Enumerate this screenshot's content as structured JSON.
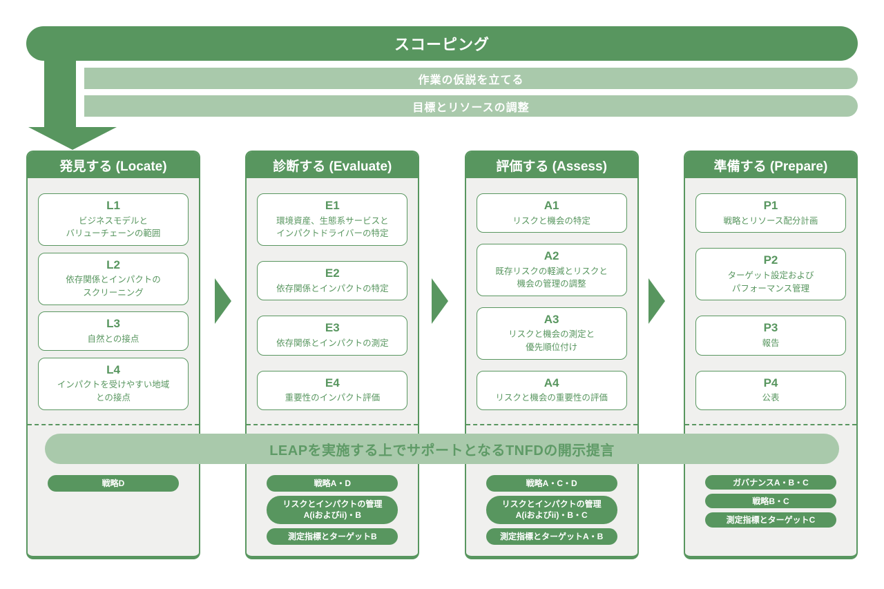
{
  "colors": {
    "dark_green": "#58965f",
    "light_green": "#a9c9ab",
    "panel_gray": "#f0f0ee",
    "bar_text_green": "#5e9a66"
  },
  "top": {
    "scoping": "スコーピング",
    "hypothesis": "作業の仮説を立てる",
    "goals": "目標とリソースの調整"
  },
  "leap_bar": {
    "label": "LEAPを実施する上でサポートとなるTNFDの開示提言"
  },
  "columns": [
    {
      "header": "発見する (Locate)",
      "cards": [
        {
          "code": "L1",
          "text": "ビジネスモデルと\nバリューチェーンの範囲"
        },
        {
          "code": "L2",
          "text": "依存関係とインパクトの\nスクリーニング"
        },
        {
          "code": "L3",
          "text": "自然との接点"
        },
        {
          "code": "L4",
          "text": "インパクトを受けやすい地域\nとの接点"
        }
      ],
      "pills": [
        "戦略D"
      ]
    },
    {
      "header": "診断する (Evaluate)",
      "cards": [
        {
          "code": "E1",
          "text": "環境資産、生態系サービスと\nインパクトドライバーの特定"
        },
        {
          "code": "E2",
          "text": "依存関係とインパクトの特定"
        },
        {
          "code": "E3",
          "text": "依存関係とインパクトの測定"
        },
        {
          "code": "E4",
          "text": "重要性のインパクト評価"
        }
      ],
      "pills": [
        "戦略A・D",
        "リスクとインパクトの管理\nA(iおよびii)・B",
        "測定指標とターゲットB"
      ]
    },
    {
      "header": "評価する (Assess)",
      "cards": [
        {
          "code": "A1",
          "text": "リスクと機会の特定"
        },
        {
          "code": "A2",
          "text": "既存リスクの軽減とリスクと\n機会の管理の調整"
        },
        {
          "code": "A3",
          "text": "リスクと機会の測定と\n優先順位付け"
        },
        {
          "code": "A4",
          "text": "リスクと機会の重要性の評価"
        }
      ],
      "pills": [
        "戦略A・C・D",
        "リスクとインパクトの管理\nA(iおよびii)・B・C",
        "測定指標とターゲットA・B"
      ]
    },
    {
      "header": "準備する (Prepare)",
      "cards": [
        {
          "code": "P1",
          "text": "戦略とリソース配分計画"
        },
        {
          "code": "P2",
          "text": "ターゲット設定および\nパフォーマンス管理"
        },
        {
          "code": "P3",
          "text": "報告"
        },
        {
          "code": "P4",
          "text": "公表"
        }
      ],
      "pills": [
        "ガバナンスA・B・C",
        "戦略B・C",
        "測定指標とターゲットC"
      ]
    }
  ]
}
